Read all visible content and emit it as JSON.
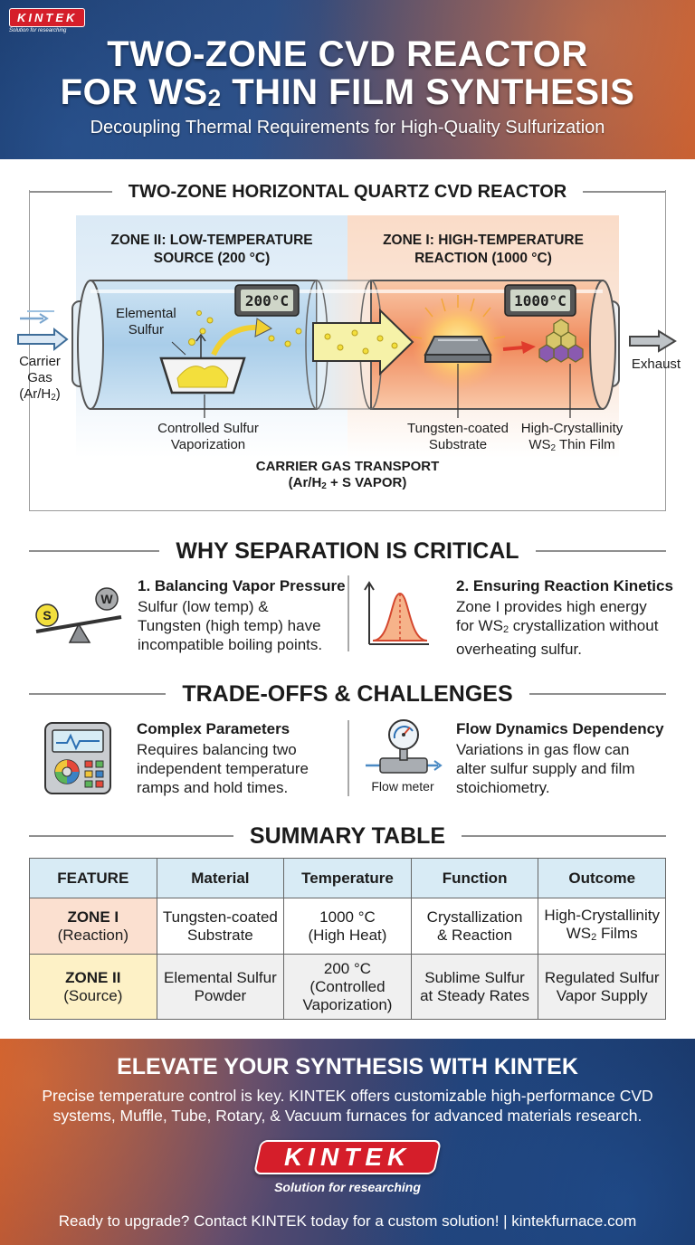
{
  "header": {
    "logo_text": "KINTEK",
    "logo_tagline": "Solution for researching",
    "title_line1": "TWO-ZONE CVD REACTOR",
    "title_line2_a": "FOR WS",
    "title_line2_sub": "2",
    "title_line2_b": " THIN FILM SYNTHESIS",
    "subtitle": "Decoupling Thermal Requirements for High-Quality Sulfurization"
  },
  "reactor": {
    "heading": "TWO-ZONE HORIZONTAL QUARTZ CVD REACTOR",
    "zone2": {
      "line1": "ZONE II: LOW-TEMPERATURE",
      "line2": "SOURCE (200 °C)",
      "display": "200°C"
    },
    "zone1": {
      "line1": "ZONE I: HIGH-TEMPERATURE",
      "line2": "REACTION (1000 °C)",
      "display": "1000°C"
    },
    "labels": {
      "carrier_1": "Carrier",
      "carrier_2": "Gas",
      "carrier_3a": "(Ar/H",
      "carrier_3sub": "2",
      "carrier_3b": ")",
      "sulfur_1": "Elemental",
      "sulfur_2": "Sulfur",
      "vapor_1": "Controlled Sulfur",
      "vapor_2": "Vaporization",
      "substrate_1": "Tungsten-coated",
      "substrate_2": "Substrate",
      "film_1": "High-Crystallinity",
      "film_2a": "WS",
      "film_2sub": "2",
      "film_2b": " Thin Film",
      "exhaust": "Exhaust",
      "transport_1": "CARRIER GAS TRANSPORT",
      "transport_2a": "(Ar/H",
      "transport_2sub": "2",
      "transport_2b": " + S VAPOR)"
    }
  },
  "why": {
    "heading": "WHY SEPARATION IS CRITICAL",
    "items": [
      {
        "title": "1. Balancing Vapor Pressure",
        "lines": [
          "Sulfur (low temp) &",
          "Tungsten (high temp) have",
          "incompatible boiling points."
        ],
        "icon_s": "S",
        "icon_w": "W"
      },
      {
        "title": "2. Ensuring Reaction Kinetics",
        "line1": "Zone I provides high energy",
        "line2a": "for WS",
        "line2sub": "2",
        "line2b": " crystallization without",
        "line3": "overheating sulfur."
      }
    ]
  },
  "tradeoffs": {
    "heading": "TRADE-OFFS & CHALLENGES",
    "items": [
      {
        "title": "Complex Parameters",
        "lines": [
          "Requires balancing two",
          "independent temperature",
          "ramps and hold times."
        ]
      },
      {
        "title": "Flow Dynamics Dependency",
        "lines": [
          "Variations in gas flow can",
          "alter sulfur supply and film",
          "stoichiometry."
        ],
        "icon_label": "Flow meter"
      }
    ]
  },
  "summary": {
    "heading": "SUMMARY TABLE",
    "columns": [
      "FEATURE",
      "Material",
      "Temperature",
      "Function",
      "Outcome"
    ],
    "rows": [
      {
        "feature": "ZONE I",
        "feature_sub": "(Reaction)",
        "material_1": "Tungsten-coated",
        "material_2": "Substrate",
        "temp_1": "1000 °C",
        "temp_2": "(High Heat)",
        "func_1": "Crystallization",
        "func_2": "& Reaction",
        "out_1": "High-Crystallinity",
        "out_2a": "WS",
        "out_2sub": "2",
        "out_2b": " Films"
      },
      {
        "feature": "ZONE II",
        "feature_sub": "(Source)",
        "material_1": "Elemental Sulfur",
        "material_2": "Powder",
        "temp_1": "200 °C",
        "temp_2": "(Controlled",
        "temp_3": "Vaporization)",
        "func_1": "Sublime Sulfur",
        "func_2": "at Steady Rates",
        "out_1": "Regulated Sulfur",
        "out_2": "Vapor Supply"
      }
    ]
  },
  "footer": {
    "title": "ELEVATE YOUR SYNTHESIS WITH KINTEK",
    "text_1": "Precise temperature control is key. KINTEK offers customizable high-performance CVD",
    "text_2": "systems, Muffle, Tube, Rotary, & Vacuum furnaces for advanced materials research.",
    "logo_text": "KINTEK",
    "tagline": "Solution for researching",
    "cta": "Ready to upgrade? Contact KINTEK today for a custom solution! | kintekfurnace.com"
  },
  "colors": {
    "zone_cold": "#dbeaf6",
    "zone_hot": "#fadcc8",
    "sulfur_yellow": "#f3df3c",
    "brand_red": "#d51e2a"
  }
}
